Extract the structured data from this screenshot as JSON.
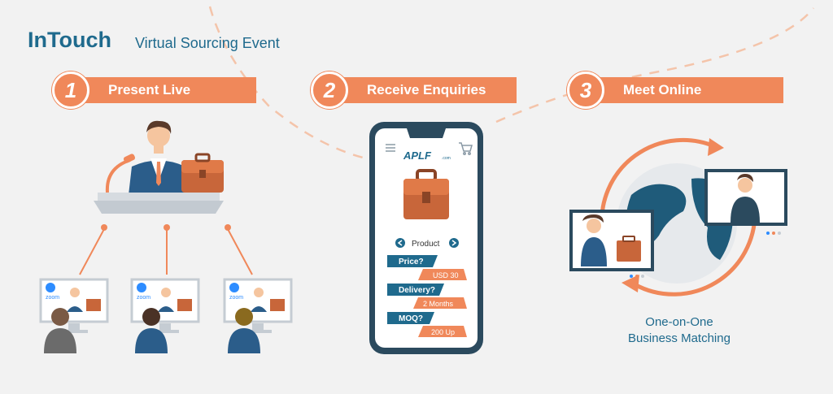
{
  "title": {
    "main": "InTouch",
    "sub": "Virtual Sourcing Event"
  },
  "steps": [
    {
      "number": "1",
      "label": "Present Live"
    },
    {
      "number": "2",
      "label": "Receive Enquiries"
    },
    {
      "number": "3",
      "label": "Meet Online"
    }
  ],
  "phone": {
    "brand": "APLF",
    "brand_suffix": ".com",
    "product_label": "Product",
    "enquiries": [
      {
        "question": "Price?",
        "answer": "USD 30"
      },
      {
        "question": "Delivery?",
        "answer": "2 Months"
      },
      {
        "question": "MOQ?",
        "answer": "200 Up"
      }
    ]
  },
  "zoom_label": "zoom",
  "matching": {
    "line1": "One-on-One",
    "line2": "Business Matching"
  },
  "colors": {
    "accent": "#f0885a",
    "brand_blue": "#1f6a8d",
    "dark_navy": "#2b4a5e",
    "background": "#f2f2f2"
  }
}
